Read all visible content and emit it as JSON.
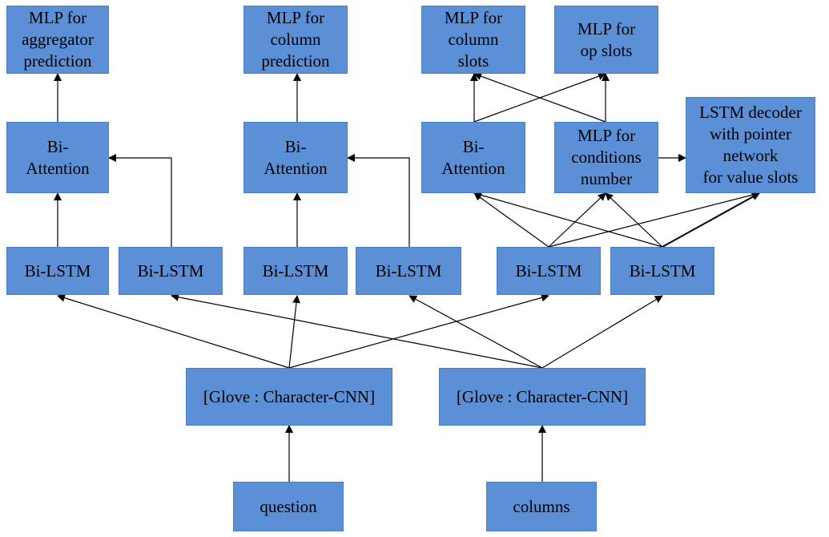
{
  "diagram": {
    "nodes": {
      "mlp_agg": {
        "label": "MLP  for\naggregator\nprediction"
      },
      "mlp_col": {
        "label": "MLP  for\ncolumn\nprediction"
      },
      "mlp_colslots": {
        "label": "MLP  for\ncolumn\nslots"
      },
      "mlp_op": {
        "label": "MLP  for\nop slots"
      },
      "biatt1": {
        "label": "Bi-\nAttention"
      },
      "biatt2": {
        "label": "Bi-\nAttention"
      },
      "biatt3": {
        "label": "Bi-\nAttention"
      },
      "mlp_cond": {
        "label": "MLP  for\nconditions\nnumber"
      },
      "lstm_dec": {
        "label": "LSTM decoder\nwith pointer\nnetwork\nfor value slots"
      },
      "bilstm1": {
        "label": "Bi-LSTM"
      },
      "bilstm2": {
        "label": "Bi-LSTM"
      },
      "bilstm3": {
        "label": "Bi-LSTM"
      },
      "bilstm4": {
        "label": "Bi-LSTM"
      },
      "bilstm5": {
        "label": "Bi-LSTM"
      },
      "bilstm6": {
        "label": "Bi-LSTM"
      },
      "glove_q": {
        "label": "[Glove : Character-CNN]"
      },
      "glove_c": {
        "label": "[Glove : Character-CNN]"
      },
      "question": {
        "label": "question"
      },
      "columns": {
        "label": "columns"
      }
    },
    "edges": [
      {
        "from": "question",
        "to": "glove_q"
      },
      {
        "from": "columns",
        "to": "glove_c"
      },
      {
        "from": "glove_q",
        "to": "bilstm1"
      },
      {
        "from": "glove_q",
        "to": "bilstm3"
      },
      {
        "from": "glove_q",
        "to": "bilstm5"
      },
      {
        "from": "glove_c",
        "to": "bilstm2"
      },
      {
        "from": "glove_c",
        "to": "bilstm4"
      },
      {
        "from": "glove_c",
        "to": "bilstm6"
      },
      {
        "from": "bilstm1",
        "to": "biatt1"
      },
      {
        "from": "bilstm2",
        "to": "biatt1"
      },
      {
        "from": "bilstm3",
        "to": "biatt2"
      },
      {
        "from": "bilstm4",
        "to": "biatt2"
      },
      {
        "from": "bilstm5",
        "to": "biatt3"
      },
      {
        "from": "bilstm5",
        "to": "mlp_cond"
      },
      {
        "from": "bilstm5",
        "to": "lstm_dec"
      },
      {
        "from": "bilstm6",
        "to": "biatt3"
      },
      {
        "from": "bilstm6",
        "to": "mlp_cond"
      },
      {
        "from": "bilstm6",
        "to": "lstm_dec"
      },
      {
        "from": "biatt1",
        "to": "mlp_agg"
      },
      {
        "from": "biatt2",
        "to": "mlp_col"
      },
      {
        "from": "biatt3",
        "to": "mlp_colslots"
      },
      {
        "from": "biatt3",
        "to": "mlp_op"
      },
      {
        "from": "mlp_cond",
        "to": "mlp_colslots"
      },
      {
        "from": "mlp_cond",
        "to": "mlp_op"
      },
      {
        "from": "mlp_cond",
        "to": "lstm_dec"
      }
    ]
  }
}
